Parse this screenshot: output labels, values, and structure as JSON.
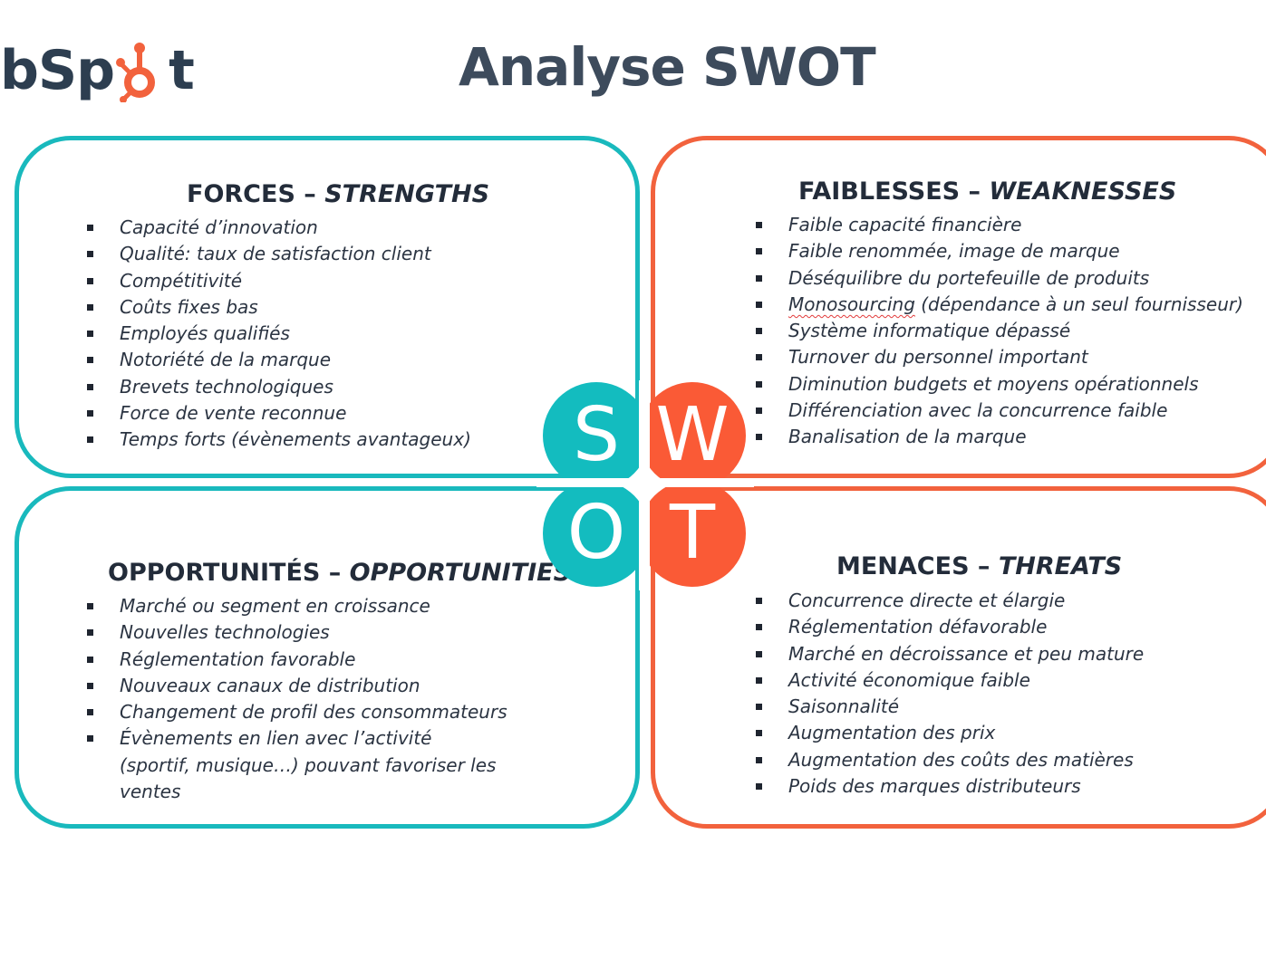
{
  "header": {
    "logo_left": "bSp",
    "logo_right": "t",
    "title": "Analyse SWOT"
  },
  "colors": {
    "teal": "#19b9bd",
    "orange": "#f2623d",
    "title_text": "#3d4b5c",
    "logo_text": "#2d3e50"
  },
  "letters": {
    "s": "S",
    "w": "W",
    "o": "O",
    "t": "T"
  },
  "strengths": {
    "title_fr": "FORCES – ",
    "title_en": "STRENGTHS",
    "items": [
      "Capacité d’innovation",
      "Qualité: taux de satisfaction client",
      "Compétitivité",
      "Coûts fixes bas",
      "Employés qualifiés",
      "Notoriété de la marque",
      "Brevets technologiques",
      "Force de vente reconnue",
      "Temps forts (évènements avantageux)"
    ]
  },
  "weaknesses": {
    "title_fr": "FAIBLESSES – ",
    "title_en": "WEAKNESSES",
    "items": [
      "Faible capacité financière",
      "Faible renommée, image de marque",
      "Déséquilibre du portefeuille de produits",
      "Monosourcing",
      " (dépendance à un seul fournisseur)",
      "Système informatique dépassé",
      "Turnover du personnel important",
      "Diminution budgets et moyens opérationnels",
      "Différenciation avec la concurrence faible",
      "Banalisation de la marque"
    ]
  },
  "opportunities": {
    "title_fr": "OPPORTUNITÉS – ",
    "title_en": "OPPORTUNITIES",
    "items": [
      "Marché ou segment en croissance",
      "Nouvelles technologies",
      "Réglementation favorable",
      "Nouveaux canaux de distribution",
      "Changement de profil des consommateurs",
      "Évènements en lien avec l’activité (sportif, musique…) pouvant favoriser les ventes"
    ]
  },
  "threats": {
    "title_fr": "MENACES – ",
    "title_en": "THREATS",
    "items": [
      "Concurrence directe et élargie",
      "Réglementation défavorable",
      "Marché en décroissance et peu mature",
      "Activité économique faible",
      "Saisonnalité",
      "Augmentation des prix",
      "Augmentation des coûts des matières",
      "Poids des marques distributeurs"
    ]
  }
}
